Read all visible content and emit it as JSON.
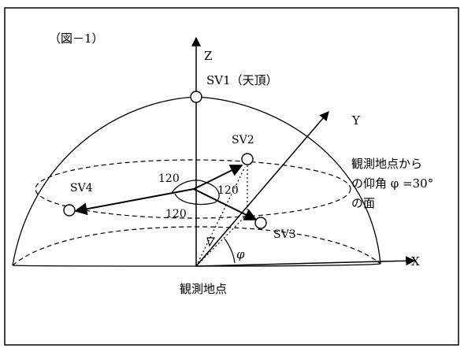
{
  "figure_label": "（図－1）",
  "axes": {
    "z_label": "Z",
    "y_label": "Y",
    "x_label": "X",
    "angle_label": "φ"
  },
  "satellites": {
    "sv1": "SV1（天頂）",
    "sv2": "SV2",
    "sv3": "SV3",
    "sv4": "SV4"
  },
  "angles": {
    "a1": "120",
    "a2": "120",
    "a3": "120"
  },
  "plane_note": {
    "line1": "観測地点から",
    "line2": "の仰角 φ =30°",
    "line3": "の面"
  },
  "observer_label": "観測地点"
}
